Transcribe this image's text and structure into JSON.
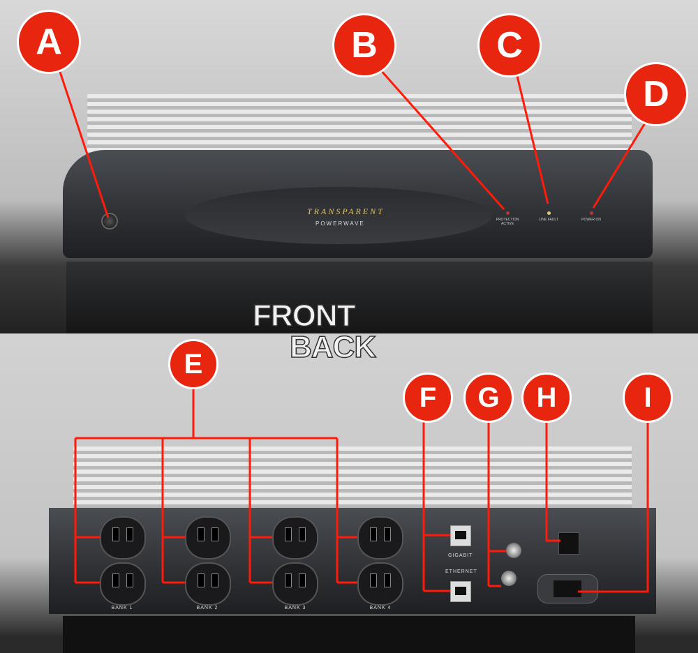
{
  "front": {
    "brand": "TRANSPARENT",
    "model": "POWERWAVE",
    "indicators": [
      {
        "label": "PROTECTION ACTIVE",
        "color": "#c8303a"
      },
      {
        "label": "LINE FAULT",
        "color": "#d8d080"
      },
      {
        "label": "POWER ON",
        "color": "#c8303a"
      }
    ]
  },
  "section_labels": {
    "front": "FRONT",
    "back": "BACK"
  },
  "back": {
    "banks": [
      "BANK 1",
      "BANK 2",
      "BANK 3",
      "BANK 4"
    ],
    "ethernet_top": "GIGABIT",
    "ethernet_bottom": "ETHERNET"
  },
  "markers": {
    "a": "A",
    "b": "B",
    "c": "C",
    "d": "D",
    "e": "E",
    "f": "F",
    "g": "G",
    "h": "H",
    "i": "I"
  },
  "colors": {
    "marker": "#e8250e",
    "line": "#ff1a0a"
  }
}
